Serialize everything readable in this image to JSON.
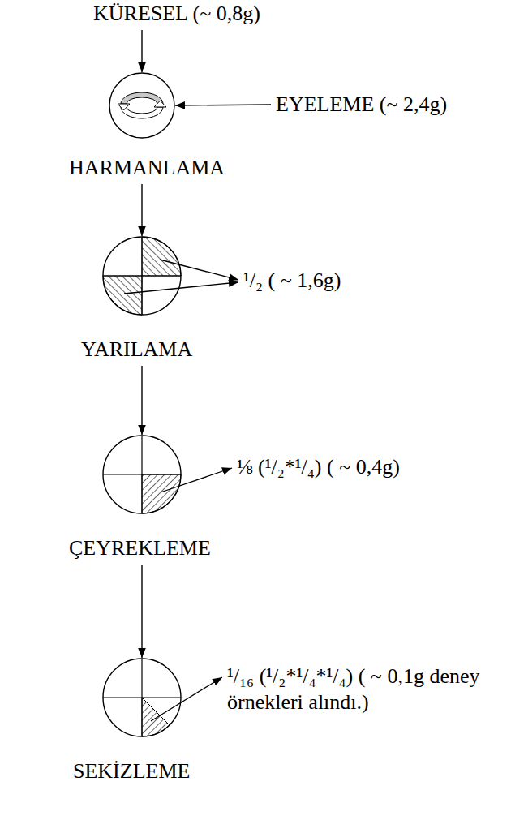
{
  "diagram": {
    "nodes": [
      {
        "text": [
          "KÜRESEL (~ 0,8g)"
        ]
      },
      {
        "text": [
          "EYELEME (~ 2,4g)"
        ]
      },
      {
        "text": [
          "HARMANLAMA"
        ]
      },
      {
        "text": [
          "YARILAMA"
        ]
      },
      {
        "text": [
          "ÇEYREKLEME"
        ]
      },
      {
        "text": [
          "SEKİZLEME"
        ]
      }
    ],
    "edges": [
      {
        "from": 0,
        "to": 2,
        "arrow": "to"
      },
      {
        "from": 1,
        "to": 2,
        "arrow": "to"
      },
      {
        "from": 2,
        "to": 3,
        "arrow": "to"
      },
      {
        "from": 3,
        "to": 4,
        "arrow": "to"
      },
      {
        "from": 4,
        "to": 5,
        "arrow": "to"
      }
    ],
    "labels": [
      "¹/₂ ( ~ 1,6g)",
      "⅛ (¹/₂*¹/₄) ( ~ 0,4g)",
      "¹/₁₆ (¹/₂*¹/₄*¹/₄) ( ~ 0,1g deney örnekleri alındı.)"
    ]
  }
}
